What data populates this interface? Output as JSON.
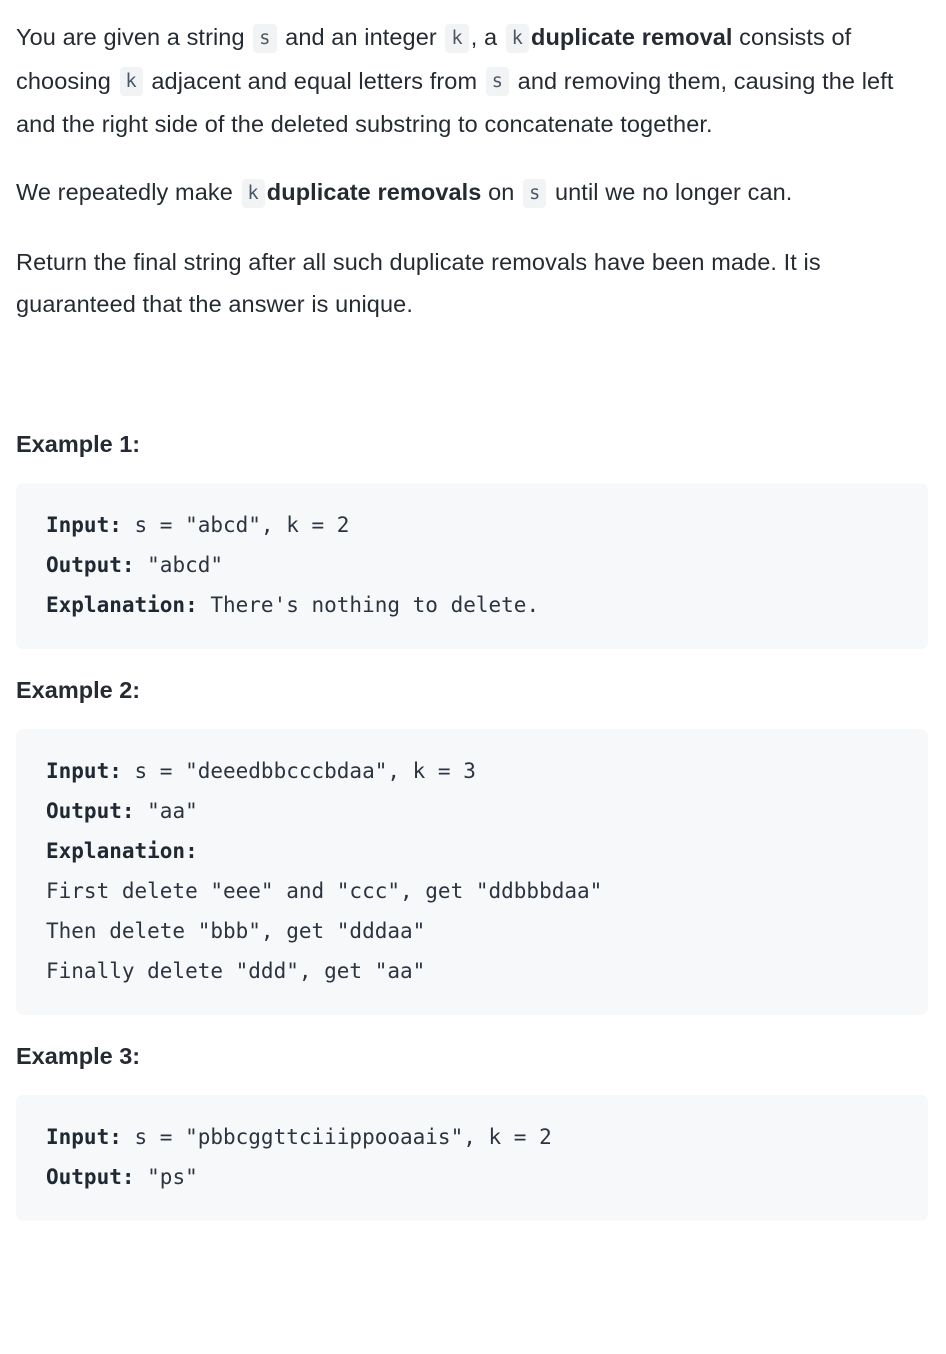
{
  "description": {
    "paragraphs": [
      {
        "id": "p1",
        "parts": [
          {
            "type": "text",
            "value": "You are given a string "
          },
          {
            "type": "code",
            "value": "s"
          },
          {
            "type": "text",
            "value": " and an integer "
          },
          {
            "type": "code",
            "value": "k"
          },
          {
            "type": "text",
            "value": ", a "
          },
          {
            "type": "code",
            "value": "k"
          },
          {
            "type": "bold",
            "value": "duplicate removal"
          },
          {
            "type": "text",
            "value": " consists of choosing "
          },
          {
            "type": "code",
            "value": "k"
          },
          {
            "type": "text",
            "value": " adjacent and equal letters from "
          },
          {
            "type": "code",
            "value": "s"
          },
          {
            "type": "text",
            "value": " and removing them, causing the left and the right side of the deleted substring to concatenate together."
          }
        ]
      },
      {
        "id": "p2",
        "parts": [
          {
            "type": "text",
            "value": "We repeatedly make "
          },
          {
            "type": "code",
            "value": "k"
          },
          {
            "type": "bold",
            "value": "duplicate removals"
          },
          {
            "type": "text",
            "value": " on "
          },
          {
            "type": "code",
            "value": "s"
          },
          {
            "type": "text",
            "value": " until we no longer can."
          }
        ]
      },
      {
        "id": "p3",
        "parts": [
          {
            "type": "text",
            "value": "Return the final string after all such duplicate removals have been made. It is guaranteed that the answer is unique."
          }
        ]
      }
    ],
    "p1_t1": "You are given a string ",
    "p1_c1": "s",
    "p1_t2": " and an integer ",
    "p1_c2": "k",
    "p1_t3": ", a ",
    "p1_c3": "k",
    "p1_b1": "duplicate removal",
    "p1_t4": " consists of choosing ",
    "p1_c4": "k",
    "p1_t5": " adjacent and equal letters from ",
    "p1_c5": "s",
    "p1_t6": " and removing them, causing the left and the right side of the deleted substring to concatenate together.",
    "p2_t1": "We repeatedly make ",
    "p2_c1": "k",
    "p2_b1": "duplicate removals",
    "p2_t2": " on ",
    "p2_c2": "s",
    "p2_t3": " until we no longer can.",
    "p3_t1": "Return the final string after all such duplicate removals have been made. It is guaranteed that the answer is unique."
  },
  "examples": [
    {
      "heading": "Example 1:",
      "input_label": "Input:",
      "input_value": " s = \"abcd\", k = 2",
      "output_label": "Output:",
      "output_value": " \"abcd\"",
      "explanation_label": "Explanation:",
      "explanation_value": " There's nothing to delete.",
      "explanation_lines": []
    },
    {
      "heading": "Example 2:",
      "input_label": "Input:",
      "input_value": " s = \"deeedbbcccbdaa\", k = 3",
      "output_label": "Output:",
      "output_value": " \"aa\"",
      "explanation_label": "Explanation:",
      "explanation_value": "",
      "explanation_lines": [
        "First delete \"eee\" and \"ccc\", get \"ddbbbdaa\"",
        "Then delete \"bbb\", get \"dddaa\"",
        "Finally delete \"ddd\", get \"aa\""
      ]
    },
    {
      "heading": "Example 3:",
      "input_label": "Input:",
      "input_value": " s = \"pbbcggttciiippooaais\", k = 2",
      "output_label": "Output:",
      "output_value": " \"ps\"",
      "explanation_label": "",
      "explanation_value": "",
      "explanation_lines": []
    }
  ],
  "colors": {
    "text": "#262b33",
    "code_block_bg": "#f7f8fa",
    "inline_code_bg": "#f1f3f5",
    "inline_code_text": "#4b5563",
    "page_bg": "#ffffff"
  }
}
